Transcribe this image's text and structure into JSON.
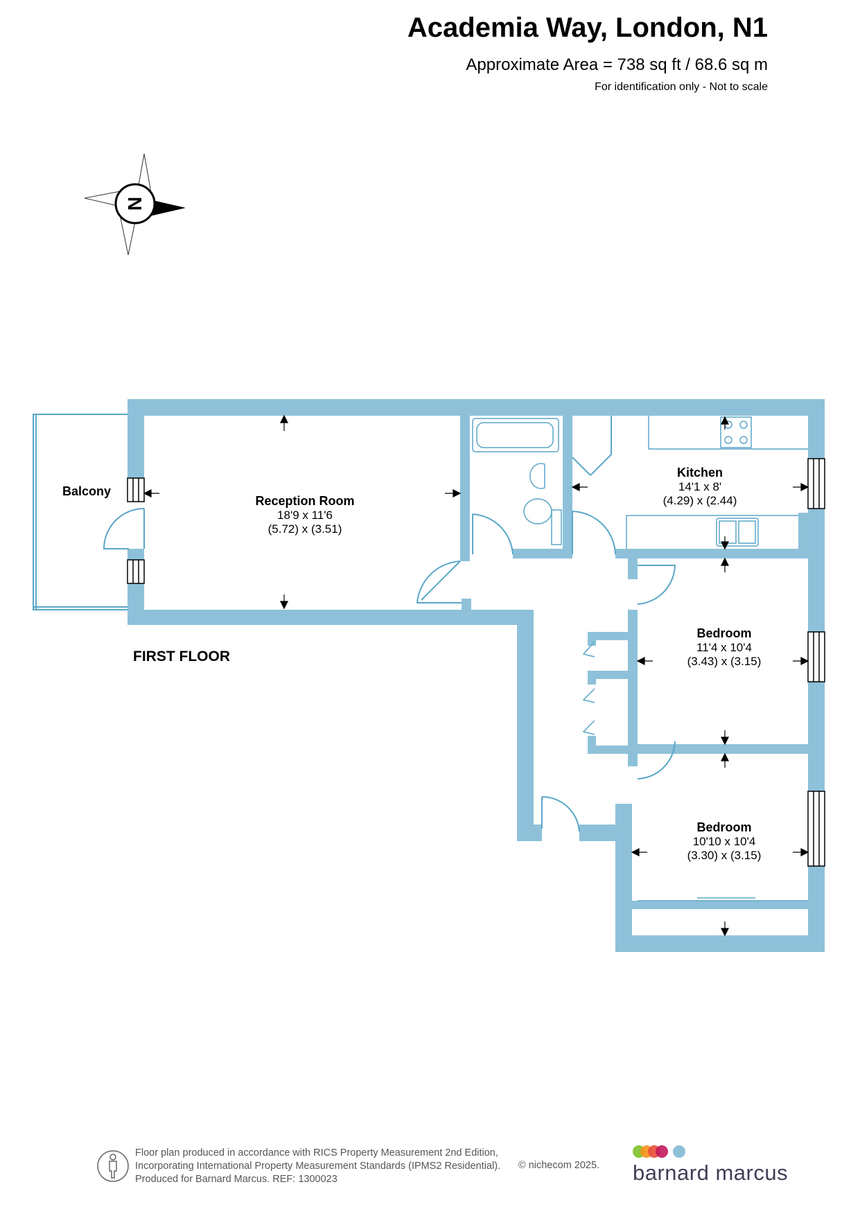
{
  "header": {
    "title": "Academia Way, London, N1",
    "area": "Approximate Area = 738 sq ft / 68.6 sq m",
    "note": "For identification only - Not to scale"
  },
  "compass": {
    "letter": "N"
  },
  "floor_label": "FIRST FLOOR",
  "rooms": {
    "balcony": {
      "name": "Balcony"
    },
    "reception": {
      "name": "Reception Room",
      "imperial": "18'9 x 11'6",
      "metric": "(5.72) x (3.51)"
    },
    "kitchen": {
      "name": "Kitchen",
      "imperial": "14'1 x 8'",
      "metric": "(4.29) x (2.44)"
    },
    "bedroom1": {
      "name": "Bedroom",
      "imperial": "11'4 x 10'4",
      "metric": "(3.43) x (3.15)"
    },
    "bedroom2": {
      "name": "Bedroom",
      "imperial": "10'10 x 10'4",
      "metric": "(3.30) x (3.15)"
    }
  },
  "footer": {
    "line1": "Floor plan produced in accordance with RICS Property Measurement 2nd Edition,",
    "line2": "Incorporating International Property Measurement Standards (IPMS2 Residential).",
    "line3": "Produced for Barnard Marcus.   REF:  1300023",
    "copyright": "© nichecom 2025.",
    "brand": "barnard marcus"
  },
  "colors": {
    "wall": "#8ec1d9",
    "line": "#5aa6c8",
    "brand_text": "#3f3f56"
  }
}
